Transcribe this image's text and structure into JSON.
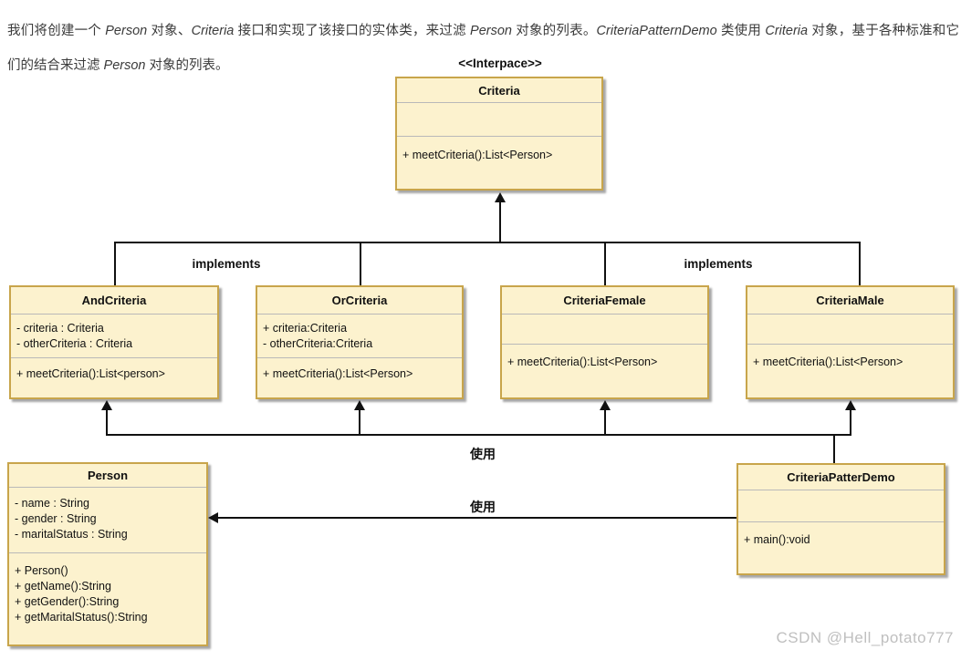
{
  "intro": {
    "segments": [
      {
        "text": "我们将创建一个 ",
        "italic": false
      },
      {
        "text": "Person",
        "italic": true
      },
      {
        "text": " 对象、",
        "italic": false
      },
      {
        "text": "Criteria",
        "italic": true
      },
      {
        "text": " 接口和实现了该接口的实体类，来过滤 ",
        "italic": false
      },
      {
        "text": "Person",
        "italic": true
      },
      {
        "text": " 对象的列表。",
        "italic": false
      },
      {
        "text": "CriteriaPatternDemo",
        "italic": true
      },
      {
        "text": " 类使用 ",
        "italic": false
      },
      {
        "text": "Criteria",
        "italic": true
      },
      {
        "text": " 对象，基于各种标准和它们的结合来过滤 ",
        "italic": false
      },
      {
        "text": "Person",
        "italic": true
      },
      {
        "text": " 对象的列表。",
        "italic": false
      }
    ]
  },
  "diagram": {
    "interface_stereotype": "<<Interpace>>",
    "classes": {
      "criteria": {
        "name": "Criteria",
        "attributes": [],
        "methods": [
          "+ meetCriteria():List<Person>"
        ]
      },
      "and_criteria": {
        "name": "AndCriteria",
        "attributes": [
          "- criteria : Criteria",
          "- otherCriteria : Criteria"
        ],
        "methods": [
          "+ meetCriteria():List<person>"
        ]
      },
      "or_criteria": {
        "name": "OrCriteria",
        "attributes": [
          "+ criteria:Criteria",
          "- otherCriteria:Criteria"
        ],
        "methods": [
          "+ meetCriteria():List<Person>"
        ]
      },
      "criteria_female": {
        "name": "CriteriaFemale",
        "attributes": [],
        "methods": [
          "+ meetCriteria():List<Person>"
        ]
      },
      "criteria_male": {
        "name": "CriteriaMale",
        "attributes": [],
        "methods": [
          "+ meetCriteria():List<Person>"
        ]
      },
      "person": {
        "name": "Person",
        "attributes": [
          "- name : String",
          "- gender : String",
          "- maritalStatus : String"
        ],
        "methods": [
          "+ Person()",
          "+ getName():String",
          "+ getGender():String",
          "+ getMaritalStatus():String"
        ]
      },
      "demo": {
        "name": "CriteriaPatterDemo",
        "attributes": [],
        "methods": [
          "+ main():void"
        ]
      }
    },
    "labels": {
      "implements_left": "implements",
      "implements_right": "implements",
      "uses_top": "使用",
      "uses_bottom": "使用"
    },
    "colors": {
      "box_fill": "#fcf2ce",
      "box_border": "#c8a54b",
      "separator": "#b9b9b9",
      "line": "#111111"
    }
  },
  "watermark": {
    "text": "CSDN @Hell_potato777"
  }
}
